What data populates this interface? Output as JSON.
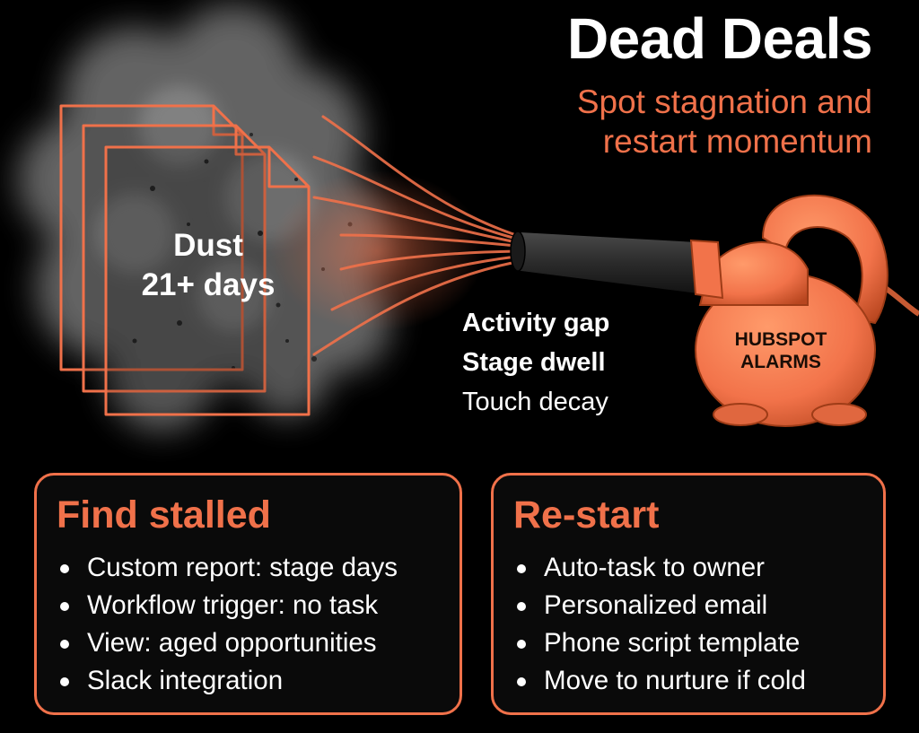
{
  "header": {
    "title": "Dead Deals",
    "subtitle_line1": "Spot stagnation and",
    "subtitle_line2": "restart momentum"
  },
  "dust": {
    "line1": "Dust",
    "line2": "21+ days"
  },
  "metrics": [
    {
      "label": "Activity gap",
      "bold": true
    },
    {
      "label": "Stage dwell",
      "bold": true
    },
    {
      "label": "Touch decay",
      "bold": false
    }
  ],
  "blower": {
    "line1": "HUBSPOT",
    "line2": "ALARMS"
  },
  "cards": {
    "find": {
      "title": "Find stalled",
      "items": [
        "Custom report: stage days",
        "Workflow trigger: no task",
        "View: aged opportunities",
        "Slack integration"
      ]
    },
    "restart": {
      "title": "Re-start",
      "items": [
        "Auto-task to owner",
        "Personalized email",
        "Phone script template",
        "Move to nurture if cold"
      ]
    }
  },
  "colors": {
    "accent": "#f0714a",
    "background": "#000000",
    "blower_body": "#f2734a",
    "nozzle": "#2b2b2b",
    "dust": "#7a7a7a"
  },
  "icons": [
    "document-stack-icon",
    "dust-cloud-icon",
    "leaf-blower-icon"
  ]
}
